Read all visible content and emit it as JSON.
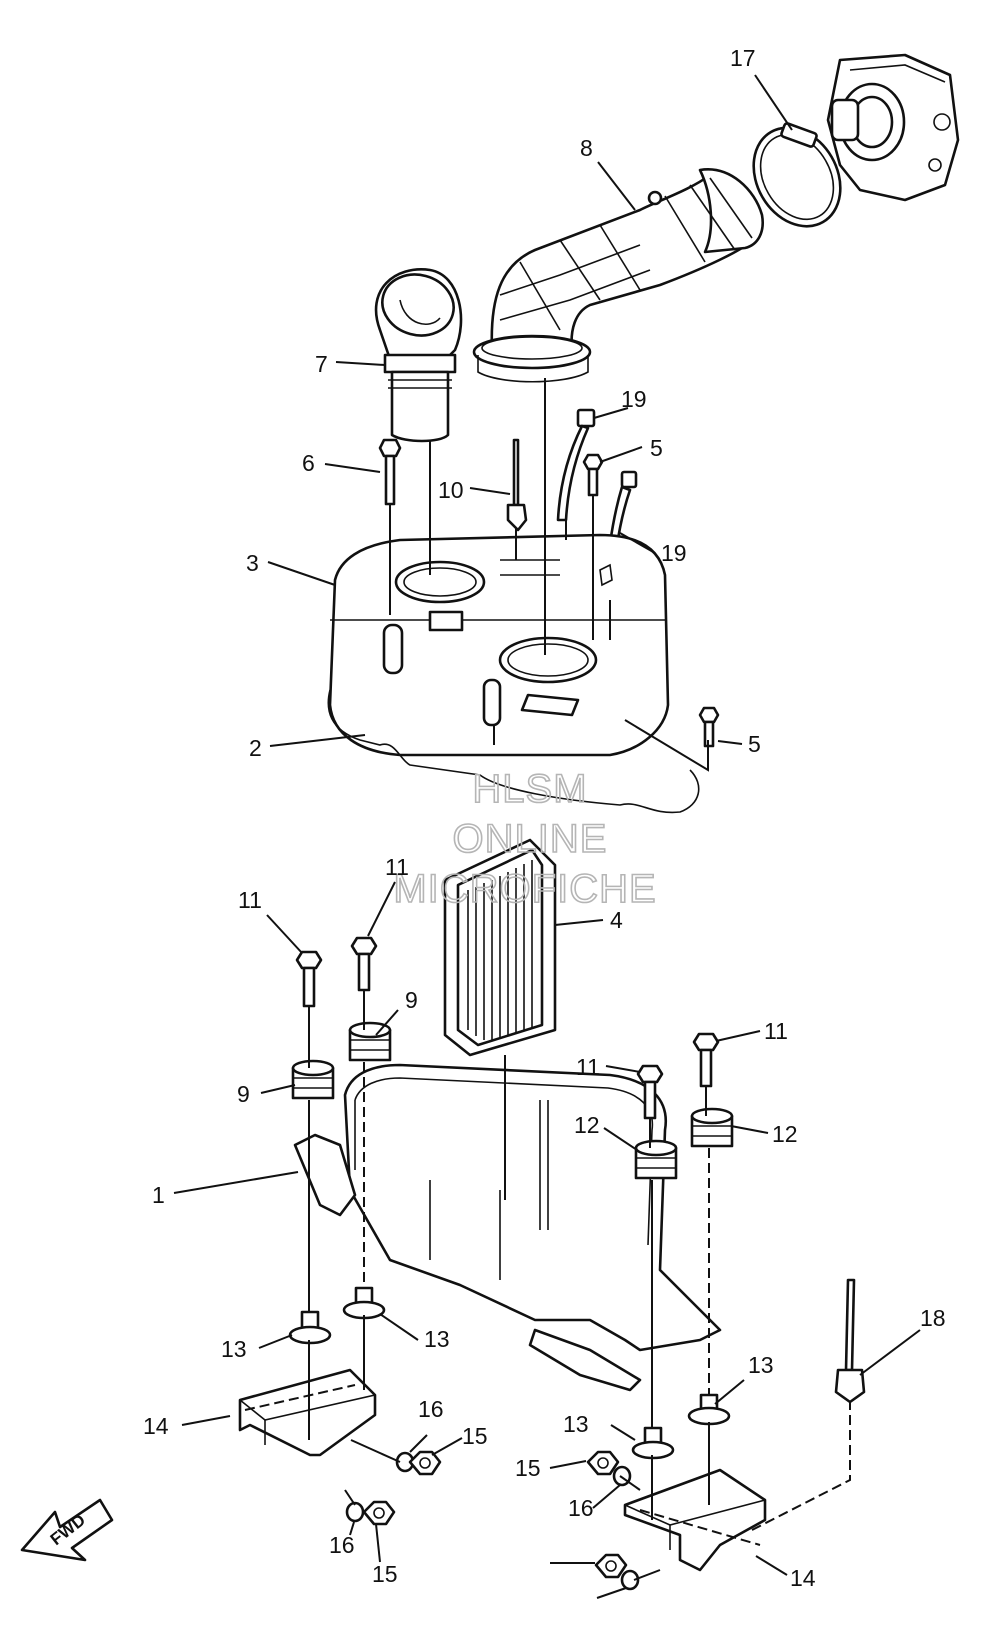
{
  "diagram": {
    "callouts": [
      "1",
      "2",
      "3",
      "4",
      "5",
      "5",
      "6",
      "7",
      "8",
      "9",
      "9",
      "10",
      "11",
      "11",
      "11",
      "11",
      "12",
      "12",
      "13",
      "13",
      "13",
      "13",
      "14",
      "14",
      "15",
      "15",
      "15",
      "16",
      "16",
      "16",
      "17",
      "18",
      "19",
      "19"
    ],
    "watermark": [
      "HLSM",
      "ONLINE",
      "MICROFICHE"
    ],
    "direction_arrow": "FWD",
    "colors": {
      "line": "#111111",
      "background": "#ffffff",
      "watermark": "#b5b5b5"
    }
  }
}
